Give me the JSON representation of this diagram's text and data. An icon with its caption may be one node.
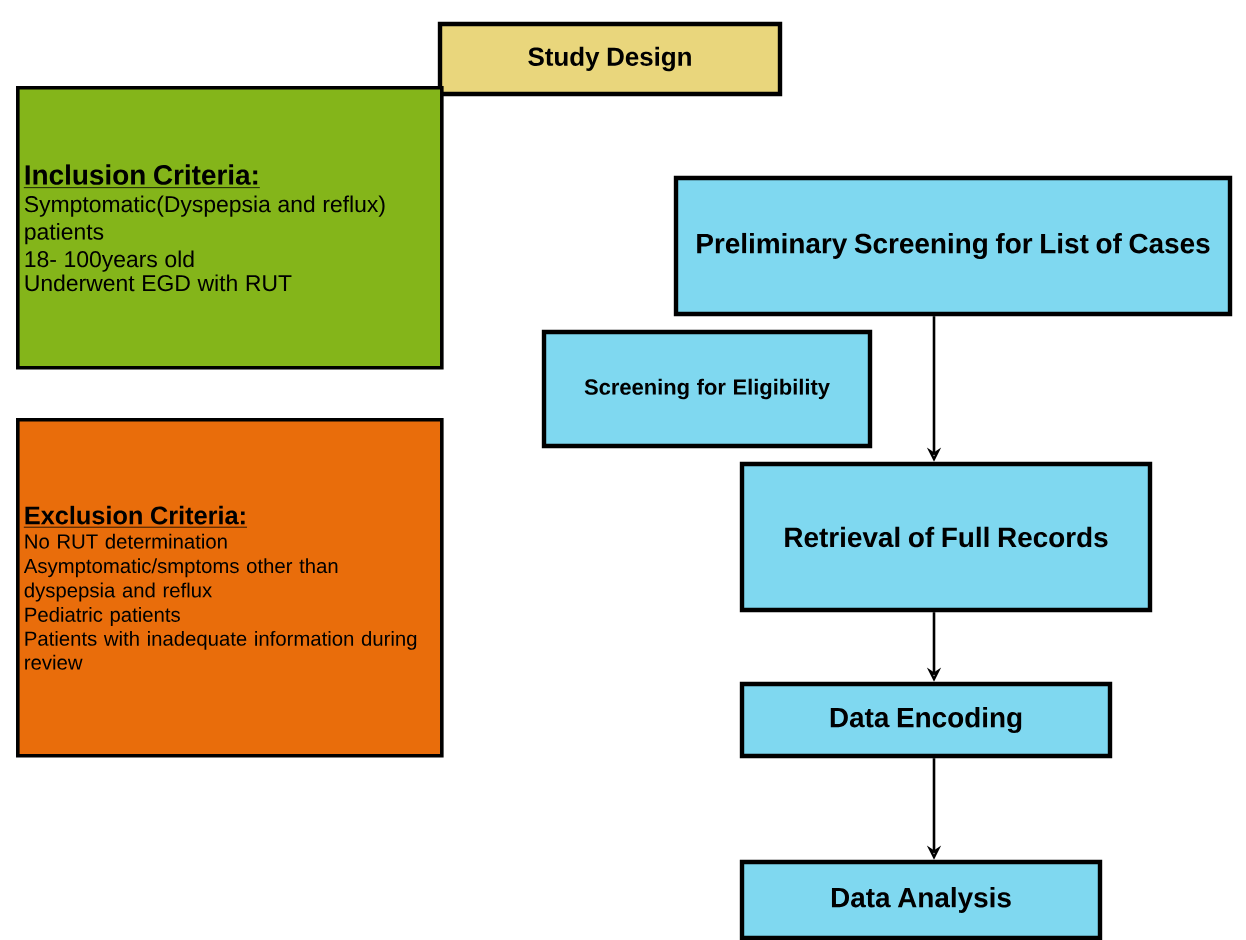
{
  "diagram": {
    "nodes": [
      {
        "text": [
          "Study Design"
        ]
      },
      {
        "text": [
          "Inclusion Criteria:",
          "Symptomatic(Dyspepsia and reflux) patients",
          "18- 100years old",
          "Underwent EGD with RUT"
        ]
      },
      {
        "text": [
          "Exclusion Criteria:",
          "No RUT determination",
          "Asymptomatic/smptoms other than dyspepsia and reflux",
          "Pediatric patients",
          "Patients with inadequate information during review"
        ]
      },
      {
        "text": [
          "Preliminary Screening for List of Cases"
        ]
      },
      {
        "text": [
          "Screening for Eligibility"
        ]
      },
      {
        "text": [
          "Retrieval of Full Records"
        ]
      },
      {
        "text": [
          "Data Encoding"
        ]
      },
      {
        "text": [
          "Data Analysis"
        ]
      }
    ],
    "edges": [
      {
        "from": 3,
        "to": 5,
        "arrow": "to"
      },
      {
        "from": 5,
        "to": 6,
        "arrow": "to"
      },
      {
        "from": 6,
        "to": 7,
        "arrow": "to"
      }
    ]
  }
}
